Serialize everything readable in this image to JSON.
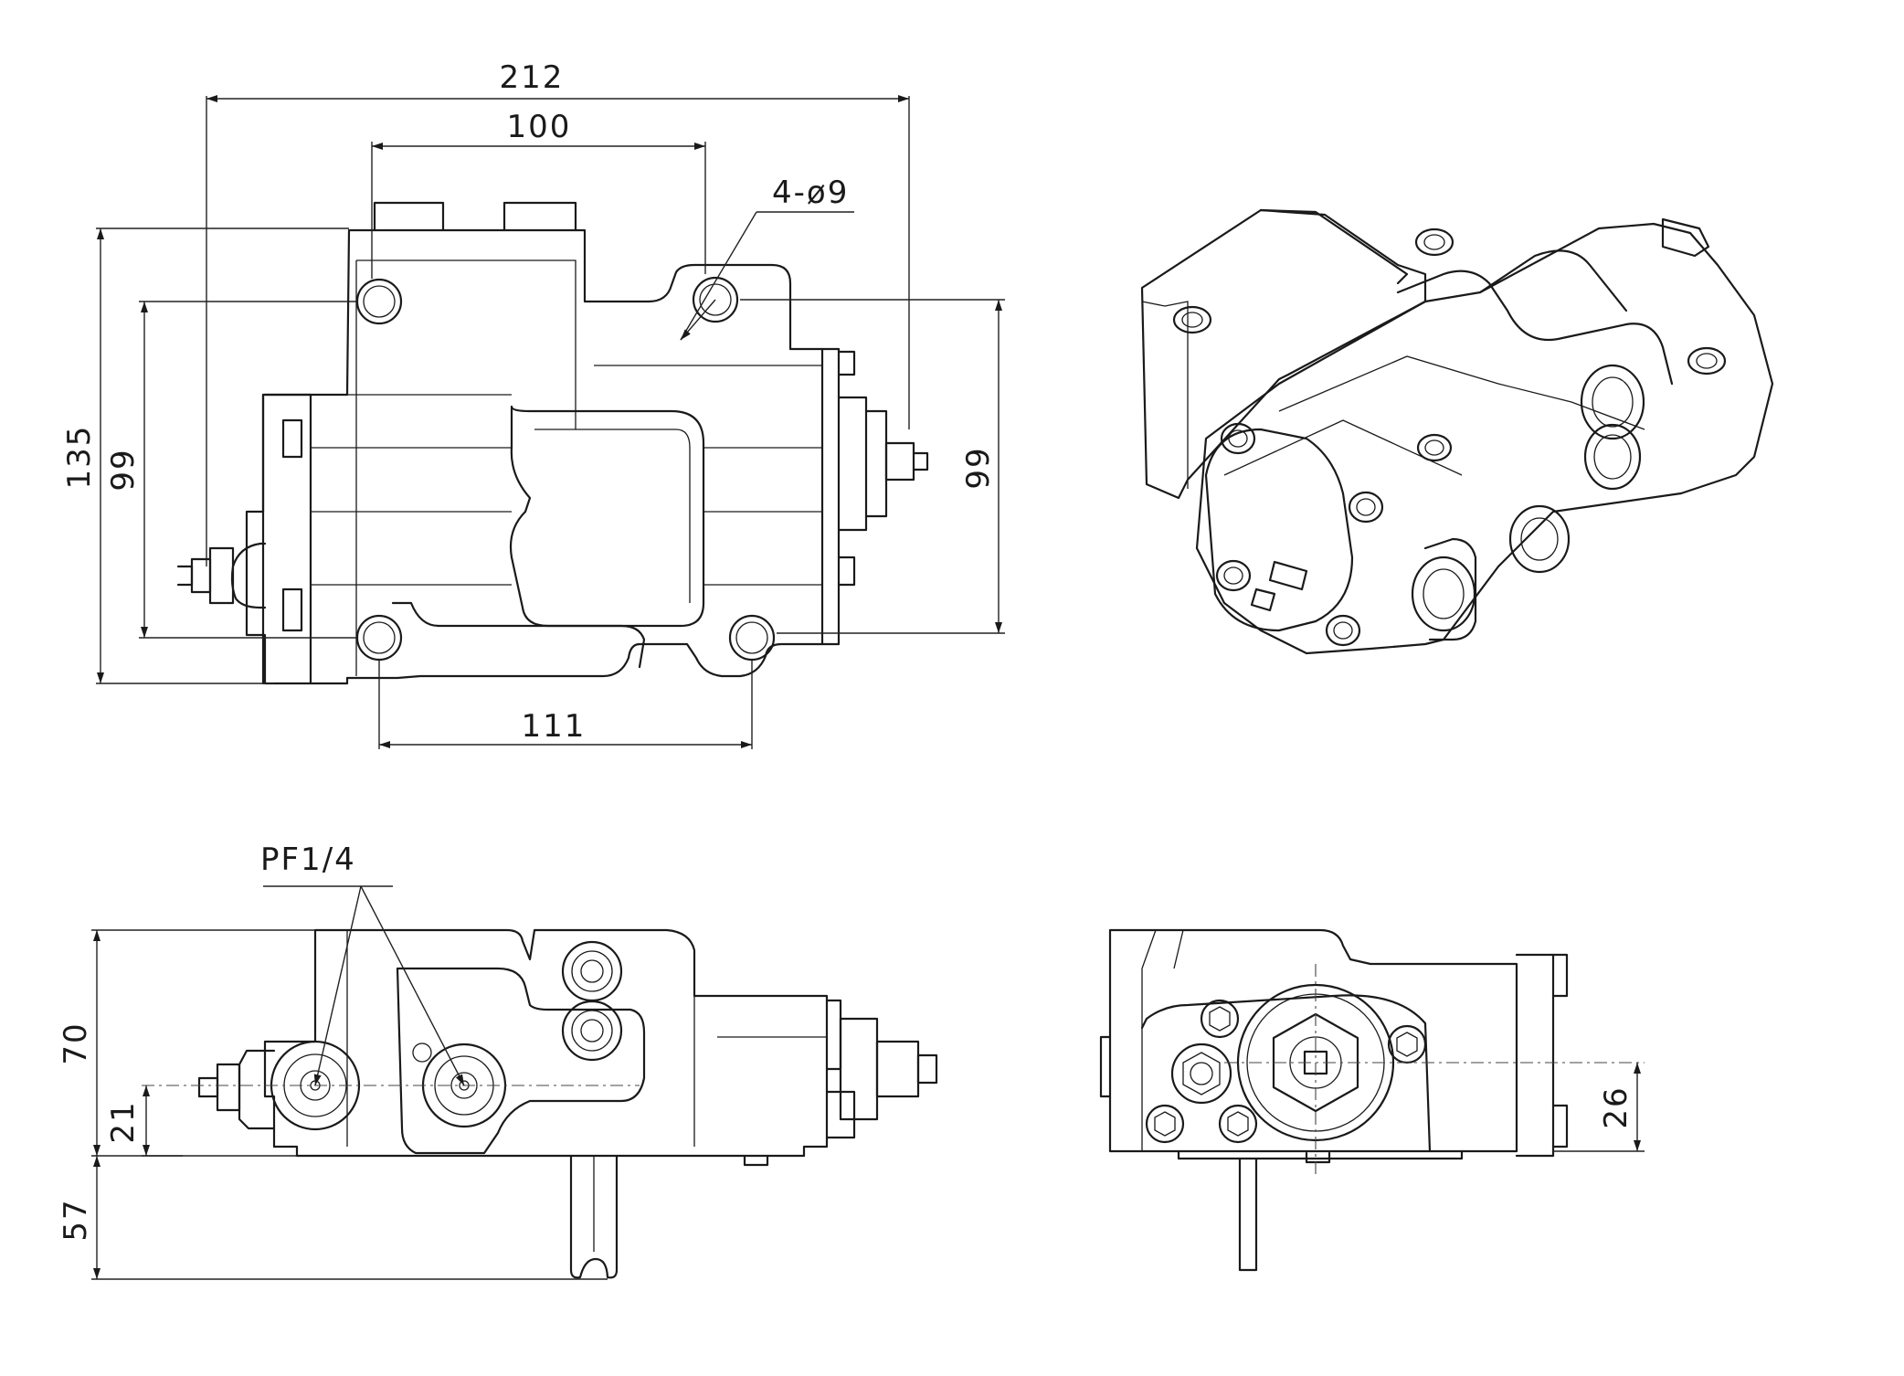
{
  "drawing": {
    "front_view": {
      "dim_overall_width": "212",
      "dim_upper_width": "100",
      "dim_hole_spec": "4-ø9",
      "dim_overall_height": "135",
      "dim_left_height": "99",
      "dim_right_height": "99",
      "dim_bottom_width": "111"
    },
    "side_view": {
      "dim_port_label": "PF1/4",
      "dim_body_height": "70",
      "dim_port_offset": "21",
      "dim_lever_length": "57"
    },
    "end_view": {
      "dim_shaft_offset": "26"
    }
  },
  "colors": {
    "line": "#1a1a1a",
    "background": "#ffffff"
  }
}
